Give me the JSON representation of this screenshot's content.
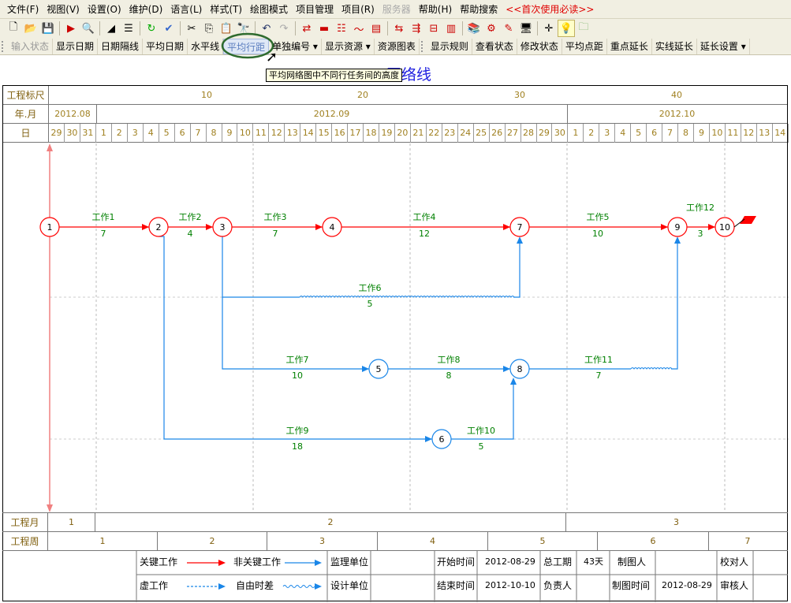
{
  "menu": {
    "items": [
      "文件(F)",
      "视图(V)",
      "设置(O)",
      "维护(D)",
      "语言(L)",
      "样式(T)",
      "绘图模式",
      "项目管理",
      "项目(R)",
      "服务器",
      "帮助(H)",
      "帮助搜索",
      "<<首次使用必读>>"
    ]
  },
  "toolbar2": {
    "items": [
      "输入状态",
      "显示日期",
      "日期隔线",
      "平均日期",
      "水平线",
      "平均行距",
      "单独编号",
      "显示资源",
      "资源图表",
      "显示规则",
      "查看状态",
      "修改状态",
      "平均点距",
      "重点延长",
      "实线延长",
      "延长设置"
    ]
  },
  "title": "网络线",
  "tooltip": "平均网络图中不同行任务间的高度",
  "header": {
    "scale_label": "工程标尺",
    "scale_ticks": [
      "10",
      "20",
      "30",
      "40"
    ],
    "ym_label": "年.月",
    "months": [
      "2012.08",
      "2012.09",
      "2012.10"
    ],
    "day_label": "日",
    "days": [
      "29",
      "30",
      "31",
      "1",
      "2",
      "3",
      "4",
      "5",
      "6",
      "7",
      "8",
      "9",
      "10",
      "11",
      "12",
      "13",
      "14",
      "15",
      "16",
      "17",
      "18",
      "19",
      "20",
      "21",
      "22",
      "23",
      "24",
      "25",
      "26",
      "27",
      "28",
      "29",
      "30",
      "1",
      "2",
      "3",
      "4",
      "5",
      "6",
      "7",
      "8",
      "9",
      "10",
      "11",
      "12",
      "13",
      "14"
    ]
  },
  "nodes": [
    "1",
    "2",
    "3",
    "4",
    "5",
    "6",
    "7",
    "8",
    "9",
    "10"
  ],
  "tasks": [
    {
      "name": "工作1",
      "dur": "7"
    },
    {
      "name": "工作2",
      "dur": "4"
    },
    {
      "name": "工作3",
      "dur": "7"
    },
    {
      "name": "工作4",
      "dur": "12"
    },
    {
      "name": "工作5",
      "dur": "10"
    },
    {
      "name": "工作12",
      "dur": "3"
    },
    {
      "name": "工作6",
      "dur": "5"
    },
    {
      "name": "工作7",
      "dur": "10"
    },
    {
      "name": "工作8",
      "dur": "8"
    },
    {
      "name": "工作11",
      "dur": "7"
    },
    {
      "name": "工作9",
      "dur": "18"
    },
    {
      "name": "工作10",
      "dur": "5"
    }
  ],
  "footer": {
    "month_label": "工程月",
    "months": [
      "1",
      "2",
      "3"
    ],
    "week_label": "工程周",
    "weeks": [
      "1",
      "2",
      "3",
      "4",
      "5",
      "6",
      "7"
    ]
  },
  "legend": {
    "critical": "关键工作",
    "noncritical": "非关键工作",
    "virtual": "虚工作",
    "float": "自由时差",
    "supervisor": "监理单位",
    "designer": "设计单位",
    "start_label": "开始时间",
    "start_value": "2012-08-29",
    "end_label": "结束时间",
    "end_value": "2012-10-10",
    "duration_label": "总工期",
    "duration_value": "43天",
    "owner_label": "负责人",
    "drawer_label": "制图人",
    "draw_time_label": "制图时间",
    "draw_time_value": "2012-08-29",
    "checker_label": "校对人",
    "reviewer_label": "审核人"
  },
  "colors": {
    "critical": "#ff0000",
    "noncritical": "#1a86e8",
    "label": "#008000",
    "header": "#a08020"
  }
}
